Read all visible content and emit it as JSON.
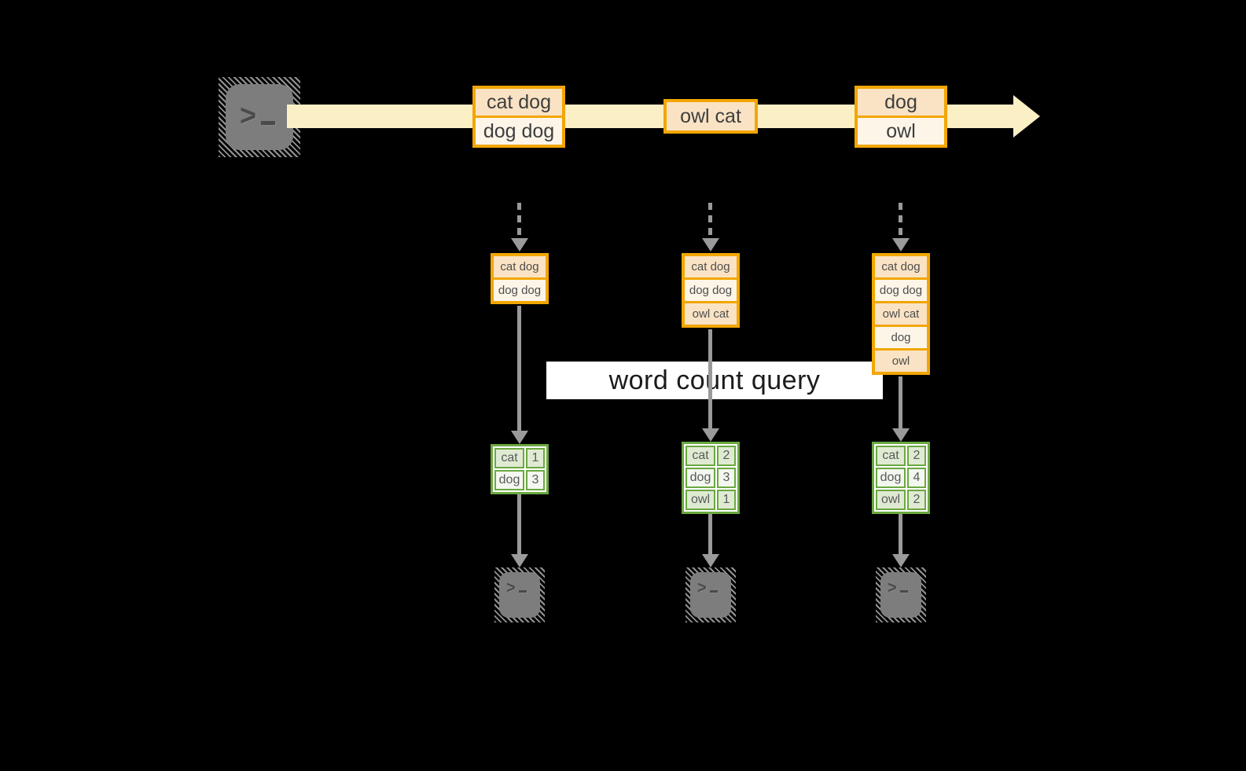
{
  "diagram": {
    "title_hint": "streaming word count",
    "banner": {
      "label": "word count query"
    },
    "source": {
      "icon": "terminal-icon"
    },
    "sinks": [
      {
        "icon": "terminal-icon"
      },
      {
        "icon": "terminal-icon"
      },
      {
        "icon": "terminal-icon"
      }
    ],
    "timeline": {
      "events": [
        {
          "lines": [
            "cat dog",
            "dog dog"
          ]
        },
        {
          "lines": [
            "owl cat"
          ]
        },
        {
          "lines": [
            "dog",
            "owl"
          ]
        }
      ]
    },
    "columns": [
      {
        "buffer": [
          "cat dog",
          "dog dog"
        ],
        "counts": [
          {
            "word": "cat",
            "count": "1"
          },
          {
            "word": "dog",
            "count": "3"
          }
        ]
      },
      {
        "buffer": [
          "cat dog",
          "dog dog",
          "owl cat"
        ],
        "counts": [
          {
            "word": "cat",
            "count": "2"
          },
          {
            "word": "dog",
            "count": "3"
          },
          {
            "word": "owl",
            "count": "1"
          }
        ]
      },
      {
        "buffer": [
          "cat dog",
          "dog dog",
          "owl cat",
          "dog",
          "owl"
        ],
        "counts": [
          {
            "word": "cat",
            "count": "2"
          },
          {
            "word": "dog",
            "count": "4"
          },
          {
            "word": "owl",
            "count": "2"
          }
        ]
      }
    ],
    "colors": {
      "background": "#000000",
      "timeline_band": "#FBEFC6",
      "event_border": "#F2A602",
      "event_fill_dark": "#FAE3C4",
      "event_fill_light": "#FDF5E8",
      "table_border": "#6BA840",
      "table_fill_dark": "#DFEAD3",
      "table_fill_light": "#F3F7EF",
      "arrow_gray": "#9A9A9A",
      "terminal_gray": "#7D7D7D",
      "banner_bg": "#FFFFFF"
    }
  }
}
